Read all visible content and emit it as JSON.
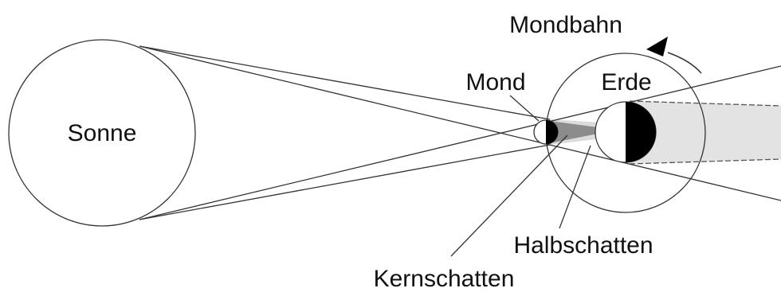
{
  "labels": {
    "sun": "Sonne",
    "moon": "Mond",
    "earth": "Erde",
    "moon_orbit": "Mondbahn",
    "penumbra": "Halbschatten",
    "umbra": "Kernschatten"
  },
  "colors": {
    "background": "#ffffff",
    "line": "#333333",
    "penumbra_shade": "#e3e3e3",
    "umbra_shade": "#8c8c8c",
    "night_side": "#000000"
  },
  "icons": {
    "orbit_direction": "arrow-icon"
  }
}
